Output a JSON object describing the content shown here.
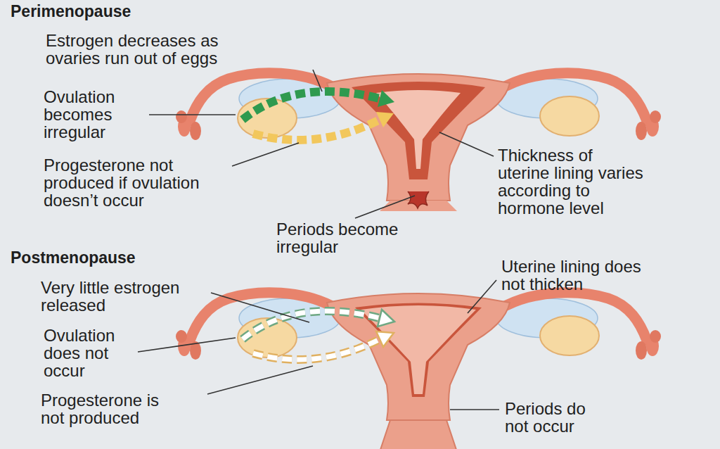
{
  "diagram": {
    "labels": [
      "Perimenopause",
      "Estrogen decreases as ovaries run out of eggs",
      "Ovulation becomes irregular",
      "Progesterone not produced if ovulation doesn’t occur",
      "Thickness of uterine lining varies according to hormone level",
      "Periods become irregular",
      "Postmenopause",
      "Very little estrogen released",
      "Ovulation does not occur",
      "Uterine lining does not thicken",
      "Progesterone is not produced",
      "Periods do not occur"
    ]
  }
}
